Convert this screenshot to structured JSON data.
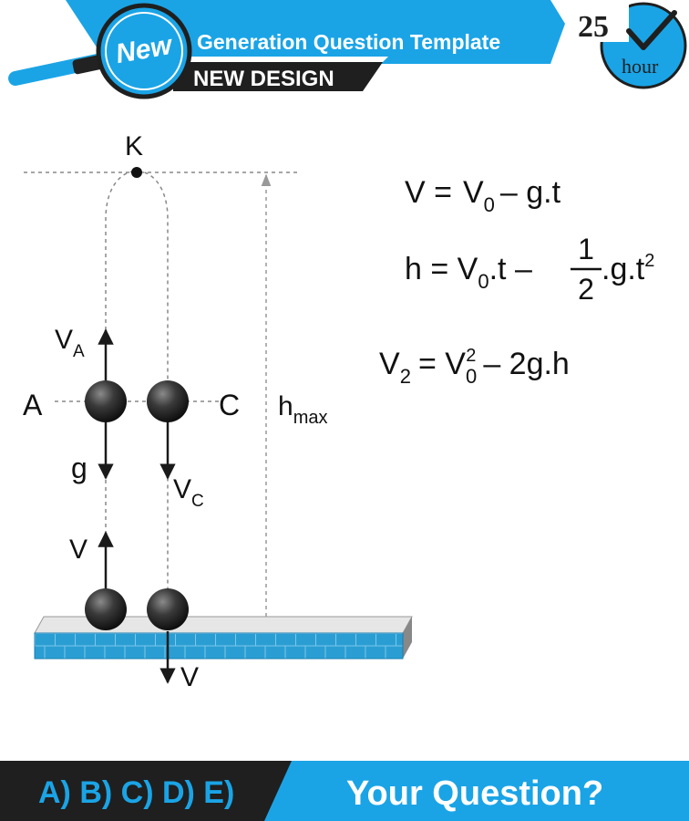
{
  "header": {
    "badge": "New",
    "title": "Generation Question Template",
    "subtitle": "NEW DESIGN",
    "clock_number": "25",
    "clock_label": "hour"
  },
  "diagram": {
    "top_point": "K",
    "left_point": "A",
    "right_point": "C",
    "height_label": {
      "main": "h",
      "sub": "max"
    },
    "va_label": {
      "main": "V",
      "sub": "A"
    },
    "vc_label": {
      "main": "V",
      "sub": "C"
    },
    "g_label": "g",
    "v_up_label": "V",
    "v_down_label": "V"
  },
  "equations": {
    "eq1": {
      "lhs": "V =",
      "v": "V",
      "sub": "0",
      "rest": "– g.t"
    },
    "eq2": {
      "lhs": "h = ",
      "v": "V",
      "sub": "0",
      "mid": ".t –",
      "num": "1",
      "den": "2",
      "tail": ".g.t",
      "sup": "2"
    },
    "eq3": {
      "v": "V",
      "sub": "2",
      "eq": "= ",
      "v0": "V",
      "sub0": "0",
      "sup0": "2",
      "rest": "– 2g.h"
    }
  },
  "footer": {
    "options": "A) B) C) D) E)",
    "question": "Your Question?"
  },
  "colors": {
    "accent_blue": "#1aa4e6",
    "dark": "#1f1f1f",
    "ground_blue": "#2a9ed3"
  }
}
